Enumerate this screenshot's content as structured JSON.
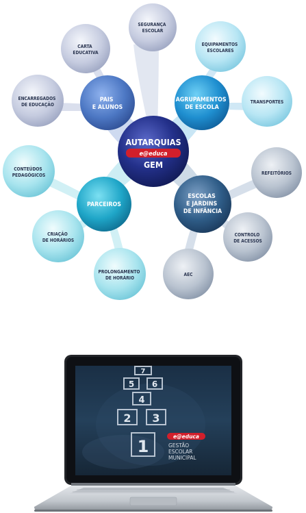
{
  "diagram": {
    "center": {
      "line1": "AUTARQUIAS",
      "brand": "e@educa",
      "line2": "GEM"
    },
    "hubs": [
      {
        "id": "pais",
        "lines": [
          "PAIS",
          "E ALUNOS"
        ]
      },
      {
        "id": "agrupamentos",
        "lines": [
          "AGRUPAMENTOS",
          "DE ESCOLA"
        ]
      },
      {
        "id": "parceiros",
        "lines": [
          "PARCEIROS"
        ]
      },
      {
        "id": "escolas",
        "lines": [
          "ESCOLAS",
          "E JARDINS",
          "DE INFÂNCIA"
        ]
      }
    ],
    "leaves": [
      {
        "id": "seguranca",
        "lines": [
          "SEGURANÇA",
          "ESCOLAR"
        ]
      },
      {
        "id": "carta",
        "lines": [
          "CARTA",
          "EDUCATIVA"
        ]
      },
      {
        "id": "encarregados",
        "lines": [
          "ENCARREGADOS",
          "DE EDUCAÇÃO"
        ]
      },
      {
        "id": "equipamentos",
        "lines": [
          "EQUIPAMENTOS",
          "ESCOLARES"
        ]
      },
      {
        "id": "transportes",
        "lines": [
          "TRANSPORTES"
        ]
      },
      {
        "id": "conteudos",
        "lines": [
          "CONTEÚDOS",
          "PEDAGÓGICOS"
        ]
      },
      {
        "id": "criacao",
        "lines": [
          "CRIAÇÃO",
          "DE HORÁRIOS"
        ]
      },
      {
        "id": "prolongamento",
        "lines": [
          "PROLONGAMENTO",
          "DE HORÁRIO"
        ]
      },
      {
        "id": "refeitorios",
        "lines": [
          "REFEITÓRIOS"
        ]
      },
      {
        "id": "controlo",
        "lines": [
          "CONTROLO",
          "DE ACESSOS"
        ]
      },
      {
        "id": "aec",
        "lines": [
          "AEC"
        ]
      }
    ]
  },
  "laptop": {
    "hopscotch": [
      "7",
      "5",
      "6",
      "4",
      "2",
      "3",
      "1"
    ],
    "brand": "e@educa",
    "product_lines": [
      "GESTÃO",
      "ESCOLAR",
      "MUNICIPAL"
    ]
  },
  "colors": {
    "center": "#23308a",
    "hub_pais": "#4d78c4",
    "hub_agrupamentos": "#1f8fd0",
    "hub_parceiros": "#1fa6c8",
    "hub_escolas": "#2f5d88",
    "brand_red": "#d21f2b"
  }
}
